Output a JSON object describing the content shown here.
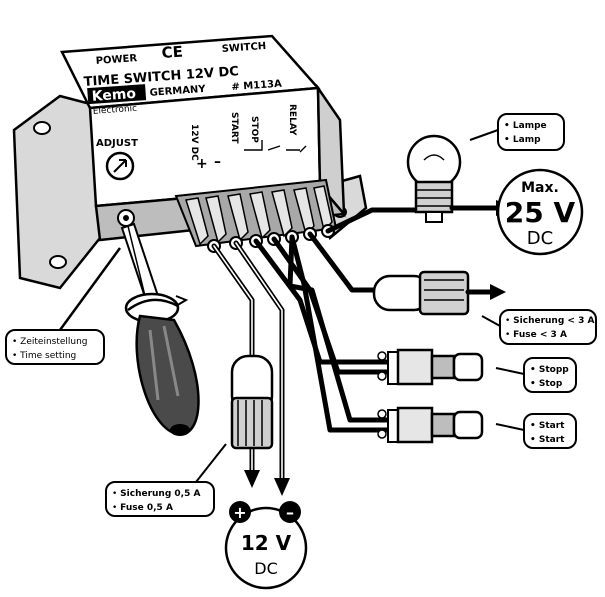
{
  "module": {
    "power": "POWER",
    "ce": "CE",
    "switch": "SWITCH",
    "title": "TIME SWITCH 12V DC",
    "brand": "Kemo",
    "brand_sub": "Electronic",
    "country": "GERMANY",
    "model": "# M113A",
    "adjust": "ADJUST",
    "terminals": [
      "12V DC",
      "START",
      "STOP",
      "RELAY"
    ],
    "plus": "+",
    "minus": "–"
  },
  "callouts": {
    "lamp": [
      "Lampe",
      "Lamp"
    ],
    "max_label": "Max.",
    "max_value": "25 V",
    "max_unit": "DC",
    "fuse_relay": [
      "Sicherung < 3 A",
      "Fuse < 3 A"
    ],
    "stop": [
      "Stopp",
      "Stop"
    ],
    "start": [
      "Start",
      "Start"
    ],
    "time_setting": [
      "Zeiteinstellung",
      "Time setting"
    ],
    "fuse_power": [
      "Sicherung 0,5 A",
      "Fuse 0,5 A"
    ],
    "supply_value": "12 V",
    "supply_unit": "DC",
    "supply_plus": "+",
    "supply_minus": "–"
  }
}
